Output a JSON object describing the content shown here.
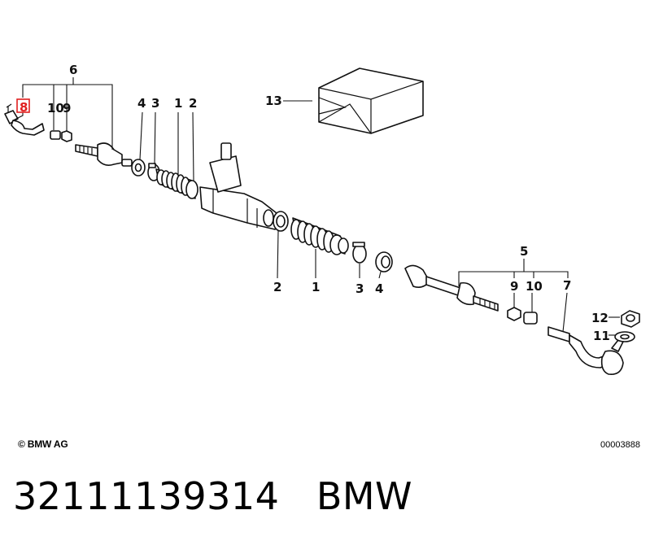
{
  "diagram": {
    "callouts": {
      "c6_top": "6",
      "c10_left": "10",
      "c9_left": "9",
      "c8_left": "8",
      "c4_top": "4",
      "c3_top": "3",
      "c1_top": "1",
      "c2_top": "2",
      "c13": "13",
      "c2_bottom": "2",
      "c1_bottom": "1",
      "c3_bottom": "3",
      "c4_bottom": "4",
      "c5": "5",
      "c9_right": "9",
      "c10_right": "10",
      "c7": "7",
      "c12": "12",
      "c11": "11"
    },
    "highlighted_callout": "8",
    "highlight_color": "#e02020"
  },
  "footer": {
    "copyright": "© BMW AG",
    "diagram_id": "00003888"
  },
  "caption": {
    "part_number": "32111139314",
    "brand": "BMW"
  }
}
